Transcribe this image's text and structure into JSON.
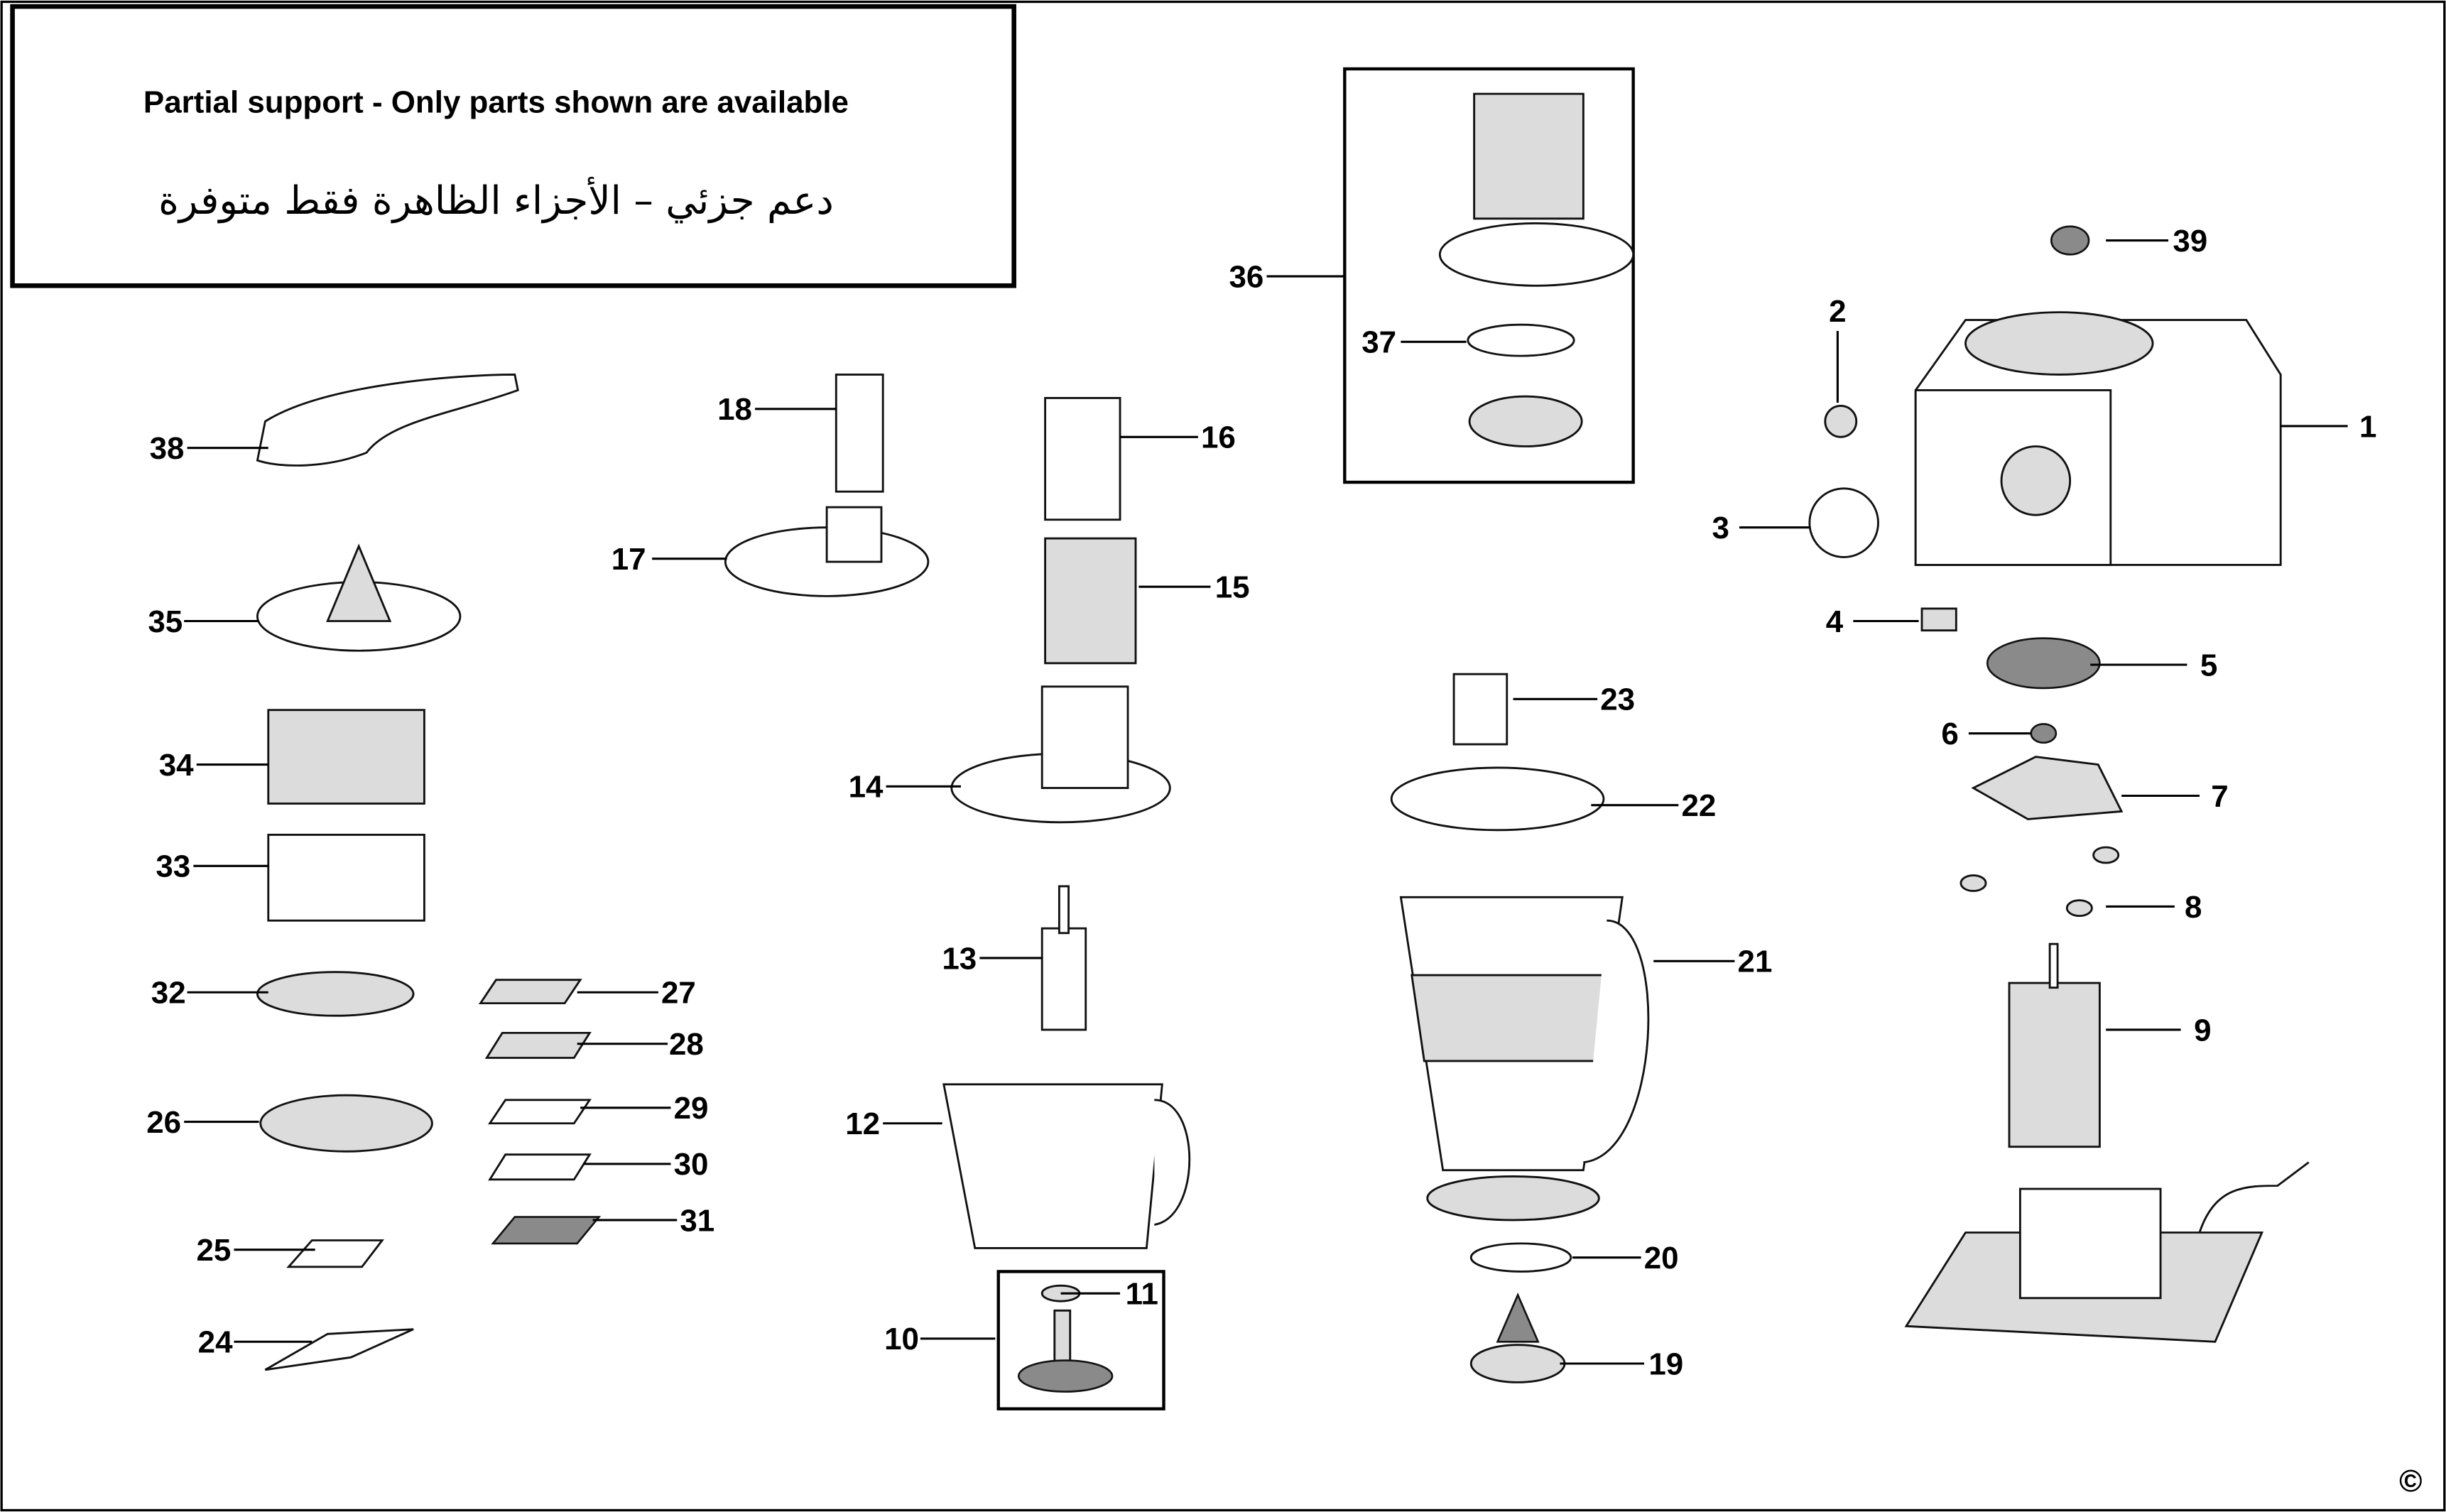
{
  "header": {
    "english": "Partial support - Only parts shown are available",
    "arabic": "دعم جزئي – الأجزاء الظاهرة فقط متوفرة"
  },
  "copyright": "©",
  "part_numbers": [
    "1",
    "2",
    "3",
    "4",
    "5",
    "6",
    "7",
    "8",
    "9",
    "10",
    "11",
    "12",
    "13",
    "14",
    "15",
    "16",
    "17",
    "18",
    "19",
    "20",
    "21",
    "22",
    "23",
    "24",
    "25",
    "26",
    "27",
    "28",
    "29",
    "30",
    "31",
    "32",
    "33",
    "34",
    "35",
    "36",
    "37",
    "38",
    "39"
  ]
}
